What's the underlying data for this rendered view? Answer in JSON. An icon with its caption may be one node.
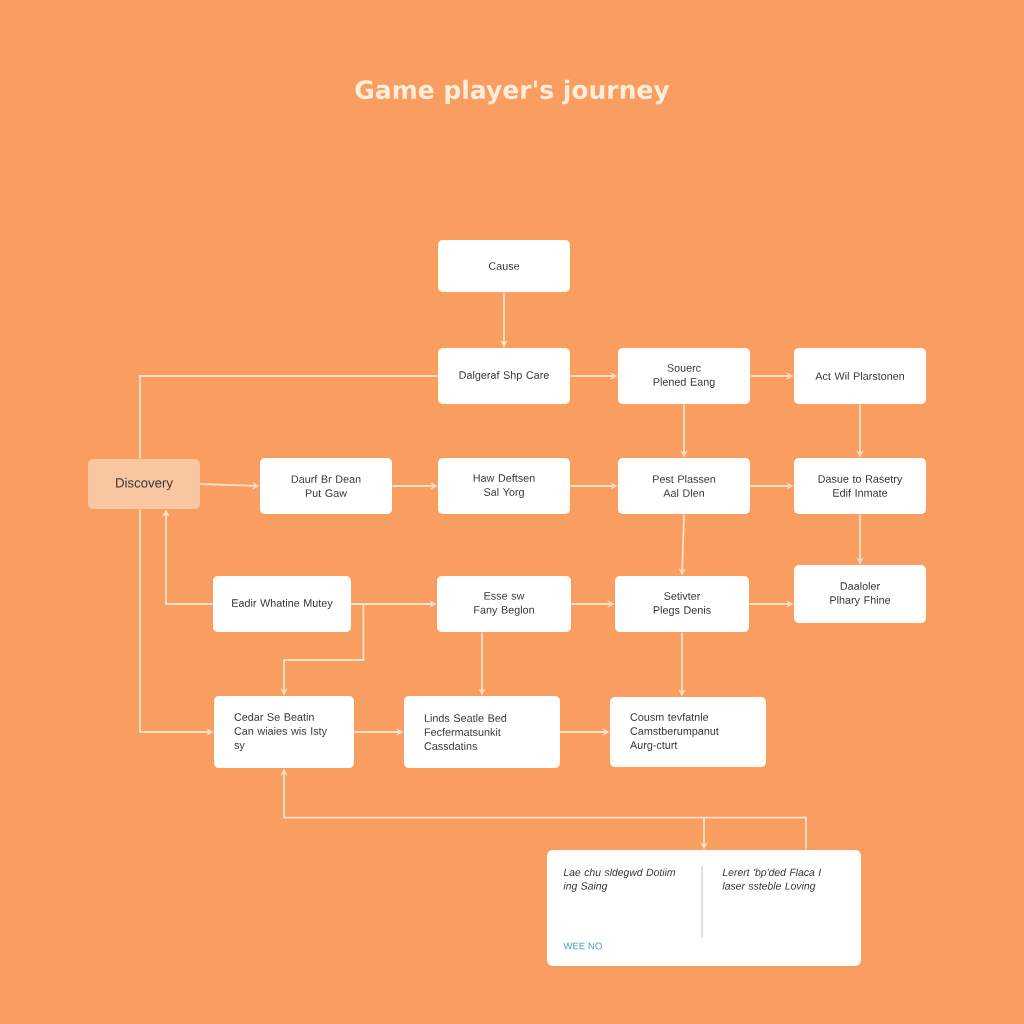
{
  "diagram": {
    "title": "Game player's journey",
    "nodes": [
      {
        "text": [
          "Cause"
        ]
      },
      {
        "text": [
          "Dalgeraf Shp Care"
        ]
      },
      {
        "text": [
          "Souerc Plened Eang"
        ]
      },
      {
        "text": [
          "Act Wil Plarstonen"
        ]
      },
      {
        "text": [
          "Discovery"
        ]
      },
      {
        "text": [
          "Daurf Br Dean Put Gaw"
        ]
      },
      {
        "text": [
          "Haw Deftsen Sal Yorg"
        ]
      },
      {
        "text": [
          "Pest Plassen Aal Dlen"
        ]
      },
      {
        "text": [
          "Dasue to Rasetry Edif Inmate"
        ]
      },
      {
        "text": [
          "Eadir Whatine Mutey"
        ]
      },
      {
        "text": [
          "Esse sw Fany Beglon"
        ]
      },
      {
        "text": [
          "Setivter Plegs Denis"
        ]
      },
      {
        "text": [
          "Daaloler Plhary Fhine"
        ]
      },
      {
        "text": [
          "Cedar Se Beatin Can wiaies wis Isty sy"
        ]
      },
      {
        "text": [
          "Linds Seatle Bed Fecfermatsunkit Cassdatins"
        ]
      },
      {
        "text": [
          "Cousm tevfatnle Camstberumpanut Aurg-cturt"
        ]
      },
      {
        "text": [
          "Lae chu sldegwd Dotiim ing Saing",
          "Lerert 'bp'ded Flaca I laser ssteble Loving",
          "WEE NO"
        ]
      }
    ],
    "edges": [
      {
        "from": 0,
        "to": 1,
        "arrow": "to"
      },
      {
        "from": 1,
        "to": 2,
        "arrow": "to"
      },
      {
        "from": 2,
        "to": 3,
        "arrow": "to"
      },
      {
        "from": 1,
        "to": 4,
        "arrow": "none"
      },
      {
        "from": 4,
        "to": 13,
        "arrow": "to"
      },
      {
        "from": 4,
        "to": 5,
        "arrow": "to"
      },
      {
        "from": 5,
        "to": 6,
        "arrow": "to"
      },
      {
        "from": 6,
        "to": 7,
        "arrow": "to"
      },
      {
        "from": 7,
        "to": 8,
        "arrow": "to"
      },
      {
        "from": 2,
        "to": 7,
        "arrow": "to"
      },
      {
        "from": 3,
        "to": 8,
        "arrow": "to"
      },
      {
        "from": 7,
        "to": 11,
        "arrow": "to"
      },
      {
        "from": 8,
        "to": 12,
        "arrow": "to"
      },
      {
        "from": 9,
        "to": 4,
        "arrow": "to"
      },
      {
        "from": 9,
        "to": 10,
        "arrow": "to"
      },
      {
        "from": 9,
        "to": 13,
        "arrow": "to"
      },
      {
        "from": 10,
        "to": 11,
        "arrow": "to"
      },
      {
        "from": 11,
        "to": 12,
        "arrow": "to"
      },
      {
        "from": 10,
        "to": 14,
        "arrow": "to"
      },
      {
        "from": 11,
        "to": 15,
        "arrow": "to"
      },
      {
        "from": 13,
        "to": 14,
        "arrow": "to"
      },
      {
        "from": 14,
        "to": 15,
        "arrow": "to"
      },
      {
        "from": 16,
        "to": 13,
        "arrow": "to"
      },
      {
        "from": null,
        "to": 16,
        "arrow": "to"
      }
    ]
  }
}
